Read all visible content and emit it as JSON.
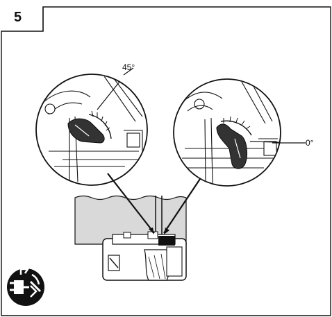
{
  "step": {
    "number": "5"
  },
  "callouts": {
    "left_angle": "45°",
    "right_angle": "0°"
  },
  "icons": {
    "unplug": "unplug-warning-icon"
  },
  "colors": {
    "line": "#111111",
    "shade": "#d9d9d9",
    "background": "#ffffff"
  }
}
